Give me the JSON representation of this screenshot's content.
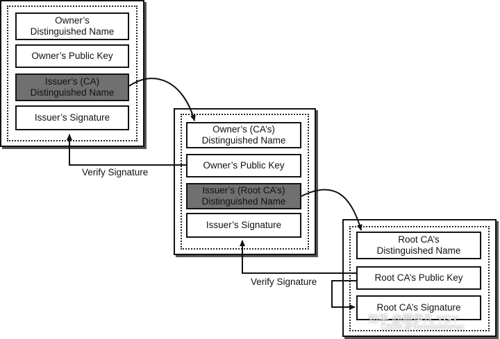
{
  "cert1": {
    "owner_dn": "Owner’s\nDistinguished Name",
    "owner_key": "Owner’s Public Key",
    "issuer_dn": "Issuer’s (CA)\nDistinguished Name",
    "issuer_sig": "Issuer’s Signature"
  },
  "cert2": {
    "owner_dn": "Owner’s (CA’s)\nDistinguished Name",
    "owner_key": "Owner’s Public Key",
    "issuer_dn": "Issuer’s (Root CA’s)\nDistinguished Name",
    "issuer_sig": "Issuer’s Signature"
  },
  "cert3": {
    "owner_dn": "Root CA’s\nDistinguished Name",
    "owner_key": "Root CA’s Public Key",
    "issuer_sig": "Root CA’s Signature"
  },
  "labels": {
    "verify1": "Verify Signature",
    "verify2": "Verify Signature"
  },
  "watermark": {
    "line1": "知乎 @顾伊凡 YGY",
    "line2": "CSDN @TommieWomac"
  },
  "colors": {
    "highlight_field": "#707070",
    "stroke": "#111111"
  }
}
